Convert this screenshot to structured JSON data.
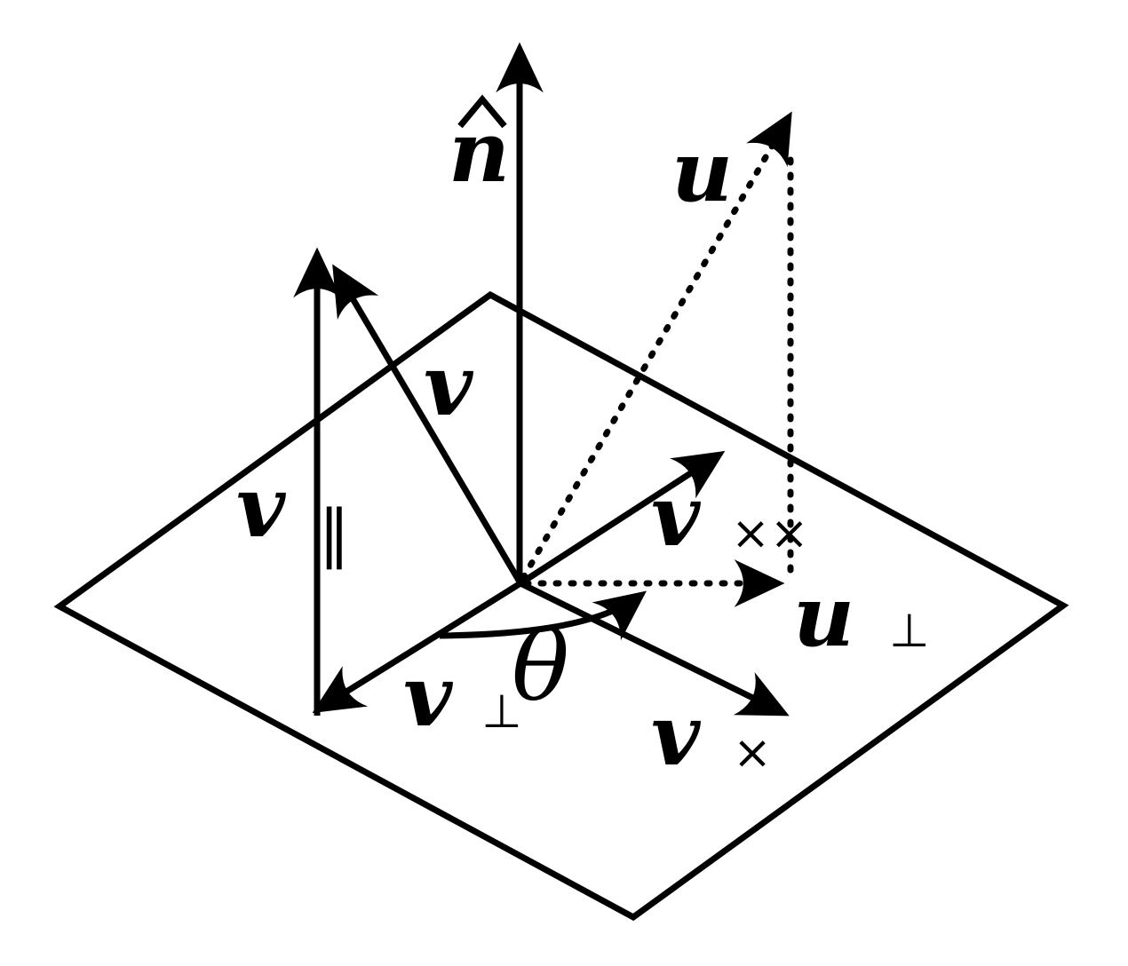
{
  "figure": {
    "description": "Rotation of vector v about unit axis n-hat by angle theta, giving u; components shown relative to the rotation plane",
    "colors": {
      "ink": "#000000",
      "background": "#ffffff"
    },
    "labels": {
      "n_hat": {
        "letter": "n",
        "accent": "^"
      },
      "u": {
        "letter": "u"
      },
      "v": {
        "letter": "v"
      },
      "v_parallel": {
        "letter": "v",
        "sub": "∥"
      },
      "v_perp": {
        "letter": "v",
        "sub": "⊥"
      },
      "v_cross": {
        "letter": "v",
        "sub": "×"
      },
      "v_cross_cross": {
        "letter": "v",
        "sub": "××"
      },
      "u_perp": {
        "letter": "u",
        "sub": "⊥"
      },
      "theta": {
        "letter": "θ"
      }
    }
  }
}
